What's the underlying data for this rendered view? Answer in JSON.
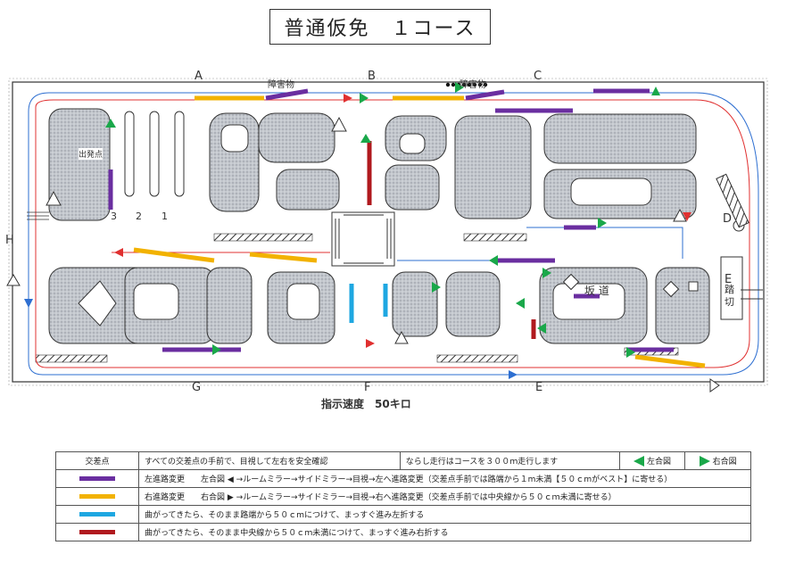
{
  "title": "普通仮免　１コース",
  "points": {
    "A": "A",
    "B": "B",
    "C": "C",
    "D": "D",
    "E1": "E",
    "E2": "E",
    "F": "F",
    "G": "G",
    "H": "H"
  },
  "map_labels": {
    "obstacle1": "障害物",
    "obstacle2": "障害物",
    "start": "出発点",
    "lane3": "3",
    "lane2": "2",
    "lane1": "1",
    "slope": "坂 道",
    "crossing": "踏 切"
  },
  "speed": "指示速度　50キロ",
  "legend": {
    "row1": {
      "head": "交差点",
      "text": "すべての交差点の手前で、目視して左右を安全確認",
      "text2": "ならし走行はコースを３００ｍ走行します",
      "left_signal": "左合図",
      "right_signal": "右合図"
    },
    "row2": {
      "color": "#6a2ea0",
      "head": "左進路変更",
      "text": "左合図 ◀ →ルームミラー→サイドミラー→目視→左へ進路変更（交差点手前では路端から１m未満【５０ｃmがベスト】に寄せる）"
    },
    "row3": {
      "color": "#f2b200",
      "head": "右進路変更",
      "text": "右合図 ▶ →ルームミラー→サイドミラー→目視→右へ進路変更（交差点手前では中央線から５０ｃｍ未満に寄せる）"
    },
    "row4": {
      "color": "#1ea7e1",
      "head": "",
      "text": "曲がってきたら、そのまま路端から５０ｃmにつけて、まっすぐ進み左折する"
    },
    "row5": {
      "color": "#b0191e",
      "head": "",
      "text": "曲がってきたら、そのまま中央線から５０ｃｍ未満につけて、まっすぐ進み右折する"
    }
  },
  "colors": {
    "purple": "#6a2ea0",
    "yellow": "#f2b200",
    "cyan": "#1ea7e1",
    "red": "#b0191e",
    "green": "#1aa84a",
    "island": "#b9bdc4"
  }
}
